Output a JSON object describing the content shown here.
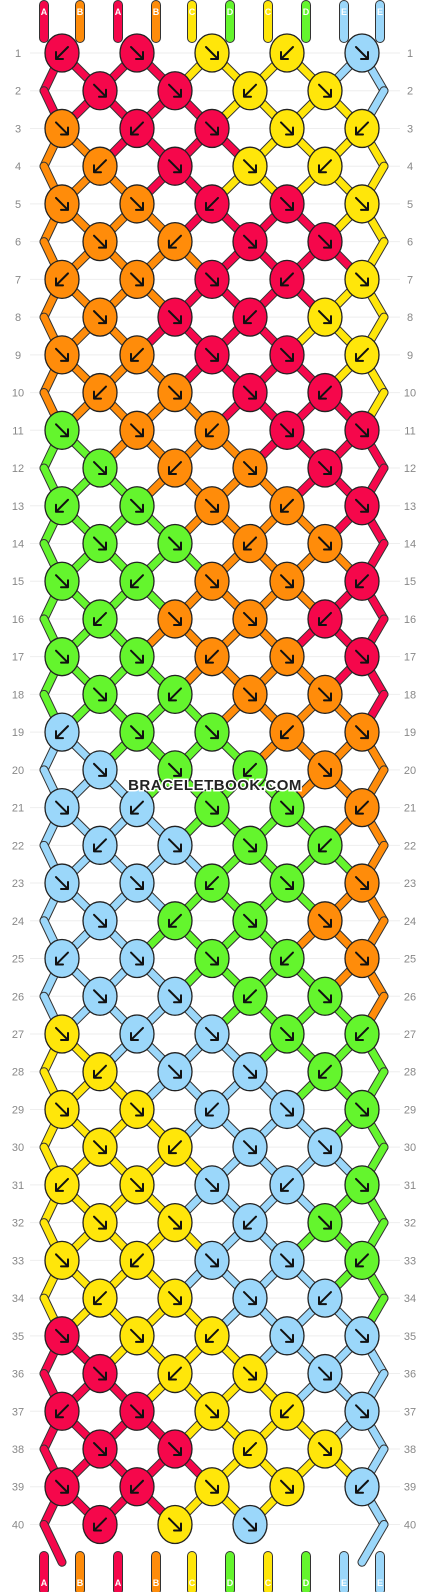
{
  "colors": {
    "A": "#f5074b",
    "B": "#ff8c0a",
    "C": "#ffe60a",
    "D": "#64f52d",
    "E": "#9bd7fa"
  },
  "strands_top": [
    "A",
    "B",
    "A",
    "B",
    "C",
    "D",
    "C",
    "D",
    "E",
    "E"
  ],
  "strands_bottom": [
    "A",
    "B",
    "A",
    "B",
    "C",
    "D",
    "C",
    "D",
    "E",
    "E"
  ],
  "row_numbers": [
    "1",
    "2",
    "3",
    "4",
    "5",
    "6",
    "7",
    "8",
    "9",
    "10",
    "11",
    "12",
    "13",
    "14",
    "15",
    "16",
    "17",
    "18",
    "19",
    "20",
    "21",
    "22",
    "23",
    "24",
    "25",
    "26",
    "27",
    "28",
    "29",
    "30",
    "31",
    "32",
    "33",
    "34",
    "35",
    "36",
    "37",
    "38",
    "39",
    "40"
  ],
  "watermark": "BRACELETBOOK.COM",
  "knot_grid": [
    "A A C C E",
    "A A C C",
    "B A A C C",
    "B A C C",
    "B B A A C",
    "B B A A",
    "B B A A C",
    "B A A C",
    "B B A A C",
    "B B A A",
    "D B B A A",
    "D B B A",
    "D D B B A",
    "D D B B",
    "D D B B A",
    "D B B A",
    "D D B B A",
    "D D B B",
    "E D D B B",
    "E D D B",
    "E E D D B",
    "E E D D",
    "E E D D B",
    "E D D B",
    "E E D D B",
    "E E D D",
    "C E E D D",
    "C E E D",
    "C C E E D",
    "C C E E",
    "C C E E D",
    "C C E D",
    "C C E E D",
    "C C E E",
    "A C C E E",
    "A C C E",
    "A A C C E",
    "A A C C",
    "A A C C E",
    "A C E"
  ]
}
